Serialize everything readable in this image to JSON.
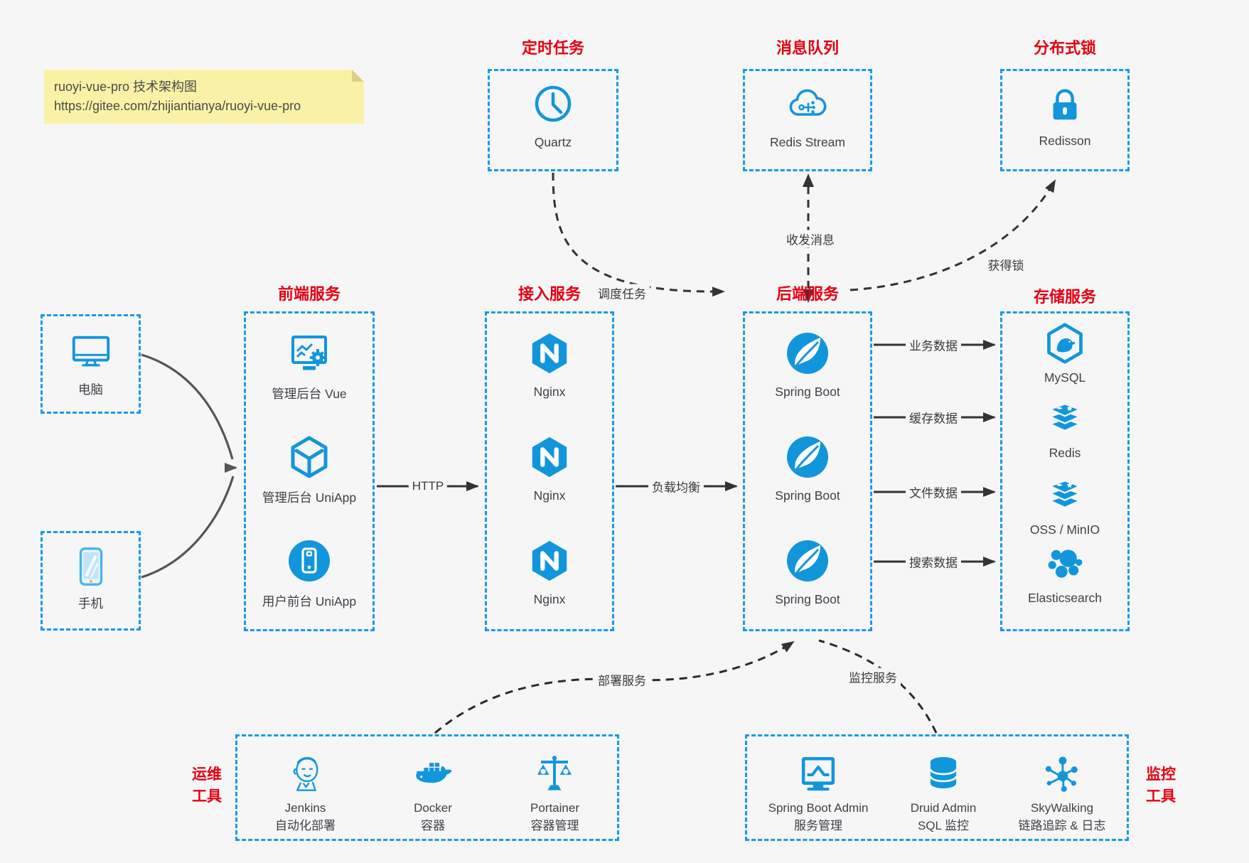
{
  "note": {
    "line1": "ruoyi-vue-pro 技术架构图",
    "line2": "https://gitee.com/zhijiantianya/ruoyi-vue-pro"
  },
  "top_sections": [
    {
      "label": "定时任务",
      "item": {
        "icon": "clock-icon",
        "label": "Quartz"
      }
    },
    {
      "label": "消息队列",
      "item": {
        "icon": "cloud-stream-icon",
        "label": "Redis Stream"
      }
    },
    {
      "label": "分布式锁",
      "item": {
        "icon": "lock-icon",
        "label": "Redisson"
      }
    }
  ],
  "clients": [
    {
      "icon": "computer-icon",
      "label": "电脑"
    },
    {
      "icon": "phone-icon",
      "label": "手机"
    }
  ],
  "columns": [
    {
      "label": "前端服务",
      "items": [
        {
          "icon": "admin-vue-icon",
          "label": "管理后台 Vue"
        },
        {
          "icon": "uniapp-cube-icon",
          "label": "管理后台 UniApp"
        },
        {
          "icon": "user-app-icon",
          "label": "用户前台 UniApp"
        }
      ]
    },
    {
      "label": "接入服务",
      "items": [
        {
          "icon": "nginx-icon",
          "label": "Nginx"
        },
        {
          "icon": "nginx-icon",
          "label": "Nginx"
        },
        {
          "icon": "nginx-icon",
          "label": "Nginx"
        }
      ]
    },
    {
      "label": "后端服务",
      "items": [
        {
          "icon": "spring-icon",
          "label": "Spring Boot"
        },
        {
          "icon": "spring-icon",
          "label": "Spring Boot"
        },
        {
          "icon": "spring-icon",
          "label": "Spring Boot"
        }
      ]
    },
    {
      "label": "存储服务",
      "items": [
        {
          "icon": "mysql-icon",
          "label": "MySQL"
        },
        {
          "icon": "redis-stack-icon",
          "label": "Redis"
        },
        {
          "icon": "oss-stack-icon",
          "label": "OSS / MinIO"
        },
        {
          "icon": "elasticsearch-icon",
          "label": "Elasticsearch"
        }
      ]
    }
  ],
  "tools": {
    "ops": {
      "side_label": [
        "运维",
        "工具"
      ],
      "items": [
        {
          "icon": "jenkins-icon",
          "name": "Jenkins",
          "desc": "自动化部署"
        },
        {
          "icon": "docker-icon",
          "name": "Docker",
          "desc": "容器"
        },
        {
          "icon": "portainer-icon",
          "name": "Portainer",
          "desc": "容器管理"
        }
      ]
    },
    "monitor": {
      "side_label": [
        "监控",
        "工具"
      ],
      "items": [
        {
          "icon": "monitor-chart-icon",
          "name": "Spring Boot Admin",
          "desc": "服务管理"
        },
        {
          "icon": "database-icon",
          "name": "Druid Admin",
          "desc": "SQL 监控"
        },
        {
          "icon": "topology-icon",
          "name": "SkyWalking",
          "desc": "链路追踪 & 日志"
        }
      ]
    }
  },
  "edges": {
    "http": "HTTP",
    "load_balance": "负载均衡",
    "dispatch_job": "调度任务",
    "send_receive_msg": "收发消息",
    "acquire_lock": "获得锁",
    "business_data": "业务数据",
    "cache_data": "缓存数据",
    "file_data": "文件数据",
    "search_data": "搜索数据",
    "deploy_service": "部署服务",
    "monitor_service": "监控服务"
  },
  "colors": {
    "accent_blue": "#1296db",
    "border_blue": "#149aea",
    "label_red": "#e60012",
    "arrow_dark": "#333333",
    "note_yellow": "#f9f2a6"
  }
}
